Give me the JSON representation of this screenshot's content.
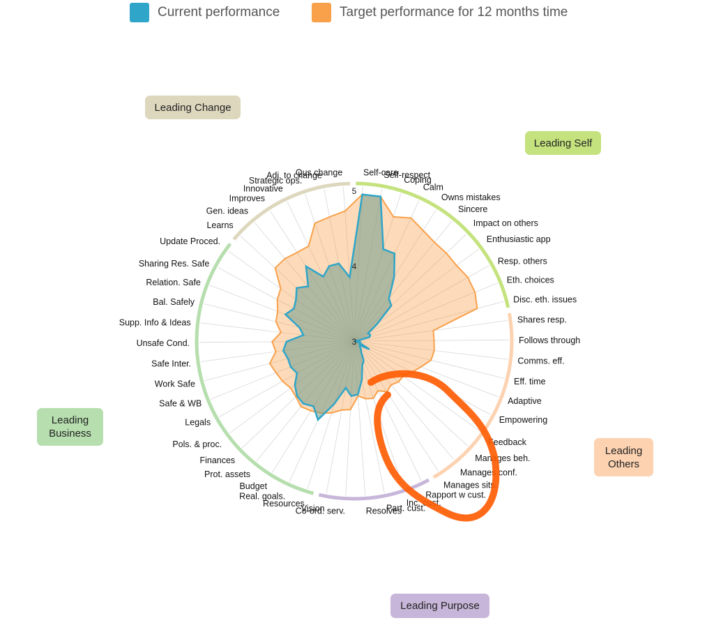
{
  "legend": {
    "current_label": "Current performance",
    "target_label": "Target performance for 12 months time"
  },
  "colors": {
    "current": "#2fa5c9",
    "target": "#f9a04a",
    "leading_self": "#c4e27d",
    "leading_others": "#fcd2b1",
    "leading_purpose": "#c7b6d9",
    "leading_business": "#b6deae",
    "leading_change": "#ddd7be",
    "annotation": "#ff5a00"
  },
  "clusters": {
    "leading_change": "Leading Change",
    "leading_self": "Leading Self",
    "leading_others": "Leading\nOthers",
    "leading_purpose": "Leading Purpose",
    "leading_business": "Leading\nBusiness"
  },
  "annotation": "hand-drawn-circle-around-leading-others-gap",
  "chart_data": {
    "type": "radar",
    "radial_ticks": [
      "3",
      "4",
      "5"
    ],
    "r_range": [
      3,
      5
    ],
    "grid": true,
    "legend_position": "top",
    "categories": [
      "Self-care",
      "Self-respect",
      "Coping",
      "Calm",
      "Owns mistakes",
      "Sincere",
      "Impact on others",
      "Enthusiastic app",
      "Resp. others",
      "Eth. choices",
      "Disc. eth. issues",
      "Shares resp.",
      "Follows through",
      "Comms. eff.",
      "Eff. time",
      "Adaptive",
      "Empowering",
      "Feedback",
      "Manages beh.",
      "Manages conf.",
      "Manages sits.",
      "Rapport w cust.",
      "Inc. cust.",
      "Part. cust.",
      "Resolves",
      "Co-ord. serv.",
      "Vision",
      "Resources",
      "Real. goals.",
      "Budget",
      "Prot. assets",
      "Finances",
      "Pols. & proc.",
      "Legals",
      "Safe & WB",
      "Work Safe",
      "Safe Inter.",
      "Unsafe Cond.",
      "Supp. Info & Ideas",
      "Bal. Safely",
      "Relation. Safe",
      "Sharing Res. Safe",
      "Update Proced.",
      "Learns",
      "Gen. ideas",
      "Improves",
      "Innovative",
      "Strategic ops.",
      "Adj. to change",
      "Qus change"
    ],
    "clusters": [
      {
        "name": "Leading Self",
        "from": "Self-care",
        "to": "Disc. eth. issues"
      },
      {
        "name": "Leading Others",
        "from": "Shares resp.",
        "to": "Manages sits."
      },
      {
        "name": "Leading Purpose",
        "from": "Rapport w cust.",
        "to": "Vision"
      },
      {
        "name": "Leading Business",
        "from": "Resources",
        "to": "Update Proced."
      },
      {
        "name": "Leading Change",
        "from": "Learns",
        "to": "Qus change"
      }
    ],
    "series": [
      {
        "name": "Current performance",
        "values": [
          4.95,
          4.95,
          4.28,
          4.28,
          4.0,
          3.73,
          3.68,
          3.37,
          3.21,
          3.23,
          3.21,
          3.04,
          3.0,
          3.09,
          3.05,
          3.09,
          3.23,
          3.09,
          3.1,
          3.14,
          3.17,
          3.29,
          3.34,
          3.52,
          3.71,
          3.73,
          3.63,
          3.87,
          4.15,
          4.02,
          4.07,
          4.05,
          3.98,
          3.87,
          3.91,
          3.91,
          3.95,
          3.9,
          3.68,
          3.75,
          3.98,
          3.91,
          3.95,
          4.04,
          3.95,
          4.18,
          3.95,
          4.05,
          4.05,
          3.85
        ]
      },
      {
        "name": "Target performance for 12 months time",
        "values": [
          4.95,
          4.95,
          4.73,
          4.8,
          4.73,
          4.69,
          4.69,
          4.69,
          4.73,
          4.73,
          4.69,
          4.06,
          4.06,
          4.07,
          4.05,
          3.95,
          3.87,
          3.8,
          3.8,
          3.76,
          3.8,
          3.73,
          3.8,
          3.78,
          3.73,
          3.91,
          3.93,
          4.0,
          4.05,
          4.09,
          4.12,
          4.07,
          4.05,
          4.09,
          4.12,
          4.16,
          4.05,
          4.09,
          3.98,
          4.07,
          4.09,
          4.16,
          4.2,
          4.43,
          4.43,
          4.4,
          4.4,
          4.65,
          4.68,
          4.73
        ]
      }
    ]
  }
}
